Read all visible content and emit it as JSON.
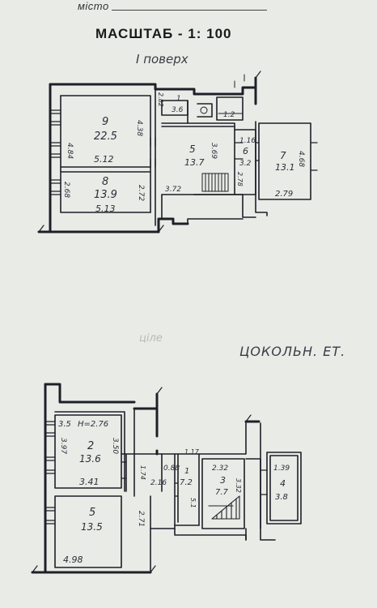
{
  "header": {
    "city_label": "місто",
    "scale_label": "МАСШТАБ - 1: 100",
    "floor1_label": "I поверх",
    "basement_label": "ЦОКОЛЬН. ЕТ.",
    "faint_text": "ціле"
  },
  "floor1": {
    "room9": {
      "num": "9",
      "area": "22.5",
      "h_left": "4.84",
      "h_right": "4.38",
      "bottom": "5.12"
    },
    "room8": {
      "num": "8",
      "area": "13.9",
      "h_left": "2.68",
      "h_right": "2.72",
      "bottom": "5.13"
    },
    "room1": {
      "num": "1",
      "area": "3.6",
      "h": "2.82"
    },
    "room2": {
      "area": "1.2"
    },
    "room5": {
      "num": "5",
      "area": "13.7",
      "h": "3.69",
      "bottom": "3.72"
    },
    "room6": {
      "num": "6",
      "area": "3.2",
      "top": "1.16",
      "h": "2.78"
    },
    "room7": {
      "num": "7",
      "area": "13.1",
      "h": "4.68",
      "bottom": "2.79"
    }
  },
  "basement": {
    "room2": {
      "num": "2",
      "area": "13.6",
      "corner": "3.5",
      "height_label": "H=2.76",
      "h_left": "3.97",
      "h_right": "3.50",
      "bottom": "3.41"
    },
    "room5": {
      "num": "5",
      "area": "13.5",
      "h": "2.71",
      "bottom": "4.98"
    },
    "room1": {
      "num": "1",
      "area": "7.2",
      "top": "1.17",
      "left": "0.88",
      "bottom": "2.16",
      "h_left": "1.74",
      "h_right": "5.1"
    },
    "room3": {
      "num": "3",
      "area": "7.7",
      "top": "2.32",
      "h": "3.32"
    },
    "room4": {
      "num": "4",
      "area": "3.8",
      "top": "1.39"
    }
  }
}
